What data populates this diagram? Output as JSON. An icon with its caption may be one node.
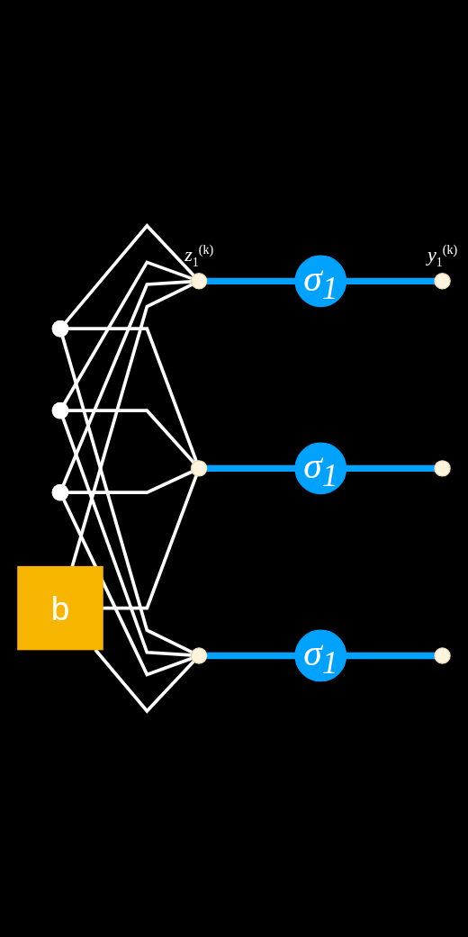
{
  "diagram": {
    "nodes": [
      {
        "text": [],
        "shape": "point"
      },
      {
        "text": [],
        "shape": "circle",
        "beside": [
          "z$_{1}$$^{(k)}$"
        ]
      },
      {
        "text": [
          "σ$_{1}$"
        ]
      },
      {
        "text": [],
        "shape": "circle",
        "beside": [
          "y$_{1}$$^{(k)}$"
        ]
      },
      {
        "text": [],
        "shape": "point"
      },
      {
        "text": [],
        "shape": "circle"
      },
      {
        "text": [
          "σ$_{1}$"
        ]
      },
      {
        "text": [],
        "shape": "circle"
      },
      {
        "text": [],
        "shape": "point"
      },
      {
        "text": [],
        "shape": "circle"
      },
      {
        "text": [
          "σ$_{1}$"
        ]
      },
      {
        "text": [],
        "shape": "circle"
      },
      {
        "text": [
          "b"
        ]
      }
    ],
    "edges": [
      {
        "from": 0,
        "to": 1,
        "arrow": "none"
      },
      {
        "from": 0,
        "to": 5,
        "arrow": "none"
      },
      {
        "from": 0,
        "to": 9,
        "arrow": "none"
      },
      {
        "from": 4,
        "to": 1,
        "arrow": "none"
      },
      {
        "from": 4,
        "to": 5,
        "arrow": "none"
      },
      {
        "from": 4,
        "to": 9,
        "arrow": "none"
      },
      {
        "from": 8,
        "to": 1,
        "arrow": "none"
      },
      {
        "from": 8,
        "to": 5,
        "arrow": "none"
      },
      {
        "from": 8,
        "to": 9,
        "arrow": "none"
      },
      {
        "from": 12,
        "to": 1,
        "arrow": "none"
      },
      {
        "from": 12,
        "to": 5,
        "arrow": "none"
      },
      {
        "from": 12,
        "to": 9,
        "arrow": "none"
      },
      {
        "from": 1,
        "to": 2,
        "arrow": "none",
        "style": "thick",
        "color": "#00a2ff"
      },
      {
        "from": 2,
        "to": 3,
        "arrow": "none",
        "style": "thick",
        "color": "#00a2ff"
      },
      {
        "from": 5,
        "to": 6,
        "arrow": "none",
        "style": "thick",
        "color": "#00a2ff"
      },
      {
        "from": 6,
        "to": 7,
        "arrow": "none",
        "style": "thick",
        "color": "#00a2ff"
      },
      {
        "from": 9,
        "to": 10,
        "arrow": "none",
        "style": "thick",
        "color": "#00a2ff"
      },
      {
        "from": 10,
        "to": 11,
        "arrow": "none",
        "style": "thick",
        "color": "#00a2ff"
      }
    ]
  }
}
